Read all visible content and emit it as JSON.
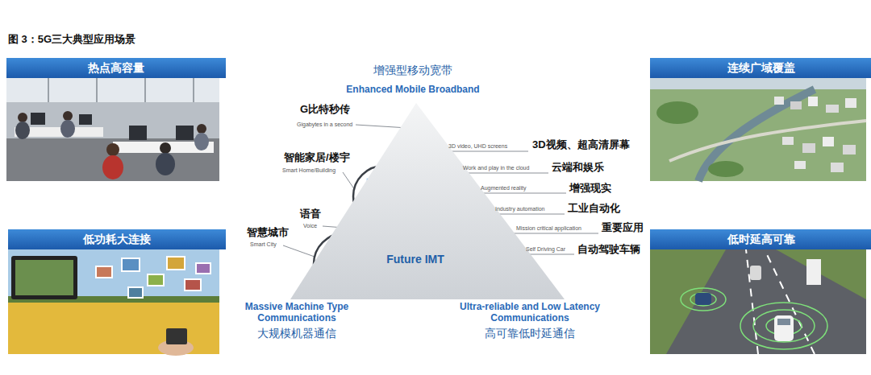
{
  "diagram": {
    "title": "图 3：5G三大典型应用场景",
    "nodes": [
      {
        "text": [
          "热点高容量"
        ]
      },
      {
        "text": [
          "连续广域覆盖"
        ]
      },
      {
        "text": [
          "低功耗大连接"
        ]
      },
      {
        "text": [
          "低时延高可靠"
        ]
      },
      {
        "text": [
          "Future IMT"
        ]
      }
    ],
    "labels": [
      "增强型移动宽带",
      "Enhanced Mobile Broadband",
      "G比特秒传",
      "Gigabytes in a second",
      "3D video, UHD screens",
      "3D视频、超高清屏幕",
      "Work and play in the cloud",
      "云端和娱乐",
      "智能家居/楼宇",
      "Smart Home/Building",
      "Augmented reality",
      "增强现实",
      "Industry automation",
      "工业自动化",
      "语音",
      "Voice",
      "智慧城市",
      "Smart City",
      "Mission critical application",
      "重要应用",
      "Self Driving Car",
      "自动驾驶车辆",
      "Massive Machine Type Communications",
      "大规模机器通信",
      "Ultra-reliable and Low Latency Communications",
      "高可靠低时延通信"
    ]
  }
}
